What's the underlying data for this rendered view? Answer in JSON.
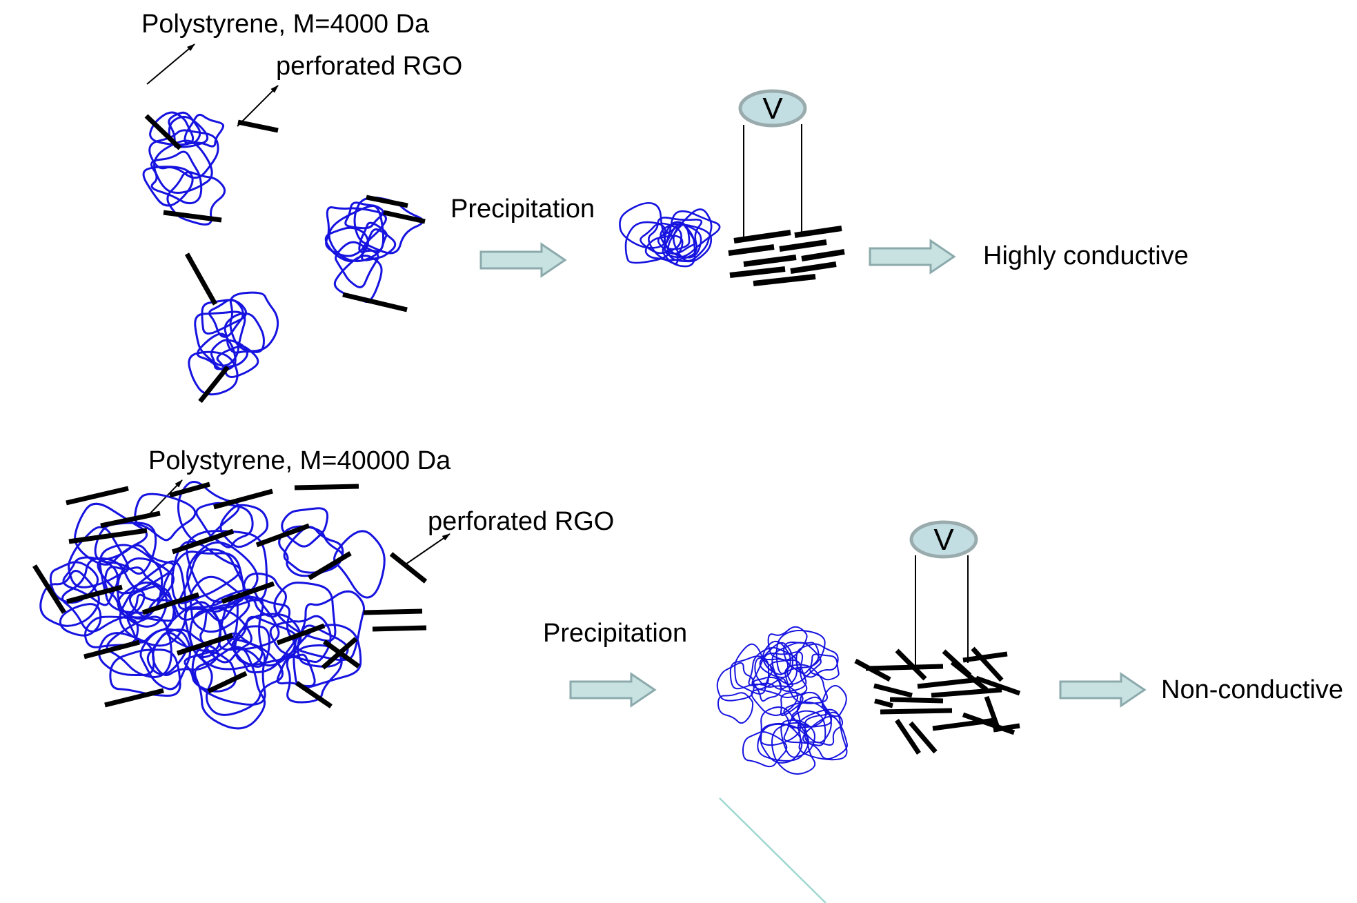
{
  "figure": {
    "top_row": {
      "polymer_label": "Polystyrene, M=4000 Da",
      "rgo_label": "perforated RGO",
      "process_label": "Precipitation",
      "voltmeter_label": "V",
      "result_label": "Highly conductive"
    },
    "bottom_row": {
      "polymer_label": "Polystyrene, M=40000 Da",
      "rgo_label": "perforated RGO",
      "process_label": "Precipitation",
      "voltmeter_label": "V",
      "result_label": "Non-conductive"
    },
    "colors": {
      "polymer_blue": "#1613e0",
      "rgo_black": "#000000",
      "block_arrow_fill": "#c8e2e2",
      "block_arrow_stroke": "#8caaac",
      "voltmeter_fill": "#c2dee3",
      "voltmeter_stroke": "#9aabad",
      "stray_line_teal": "#9fd8cf"
    }
  }
}
